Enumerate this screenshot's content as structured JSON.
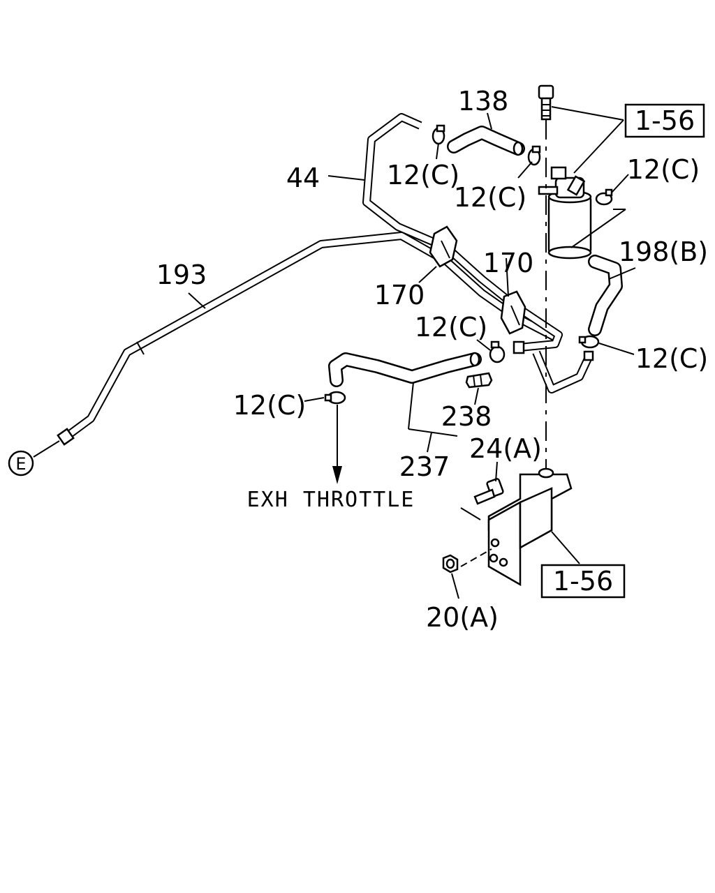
{
  "labels": {
    "p138": "138",
    "ref_top": "1-56",
    "p44": "44",
    "clip_a": "12(C)",
    "clip_b": "12(C)",
    "clip_c": "12(C)",
    "p170_a": "170",
    "p170_b": "170",
    "p198": "198(B)",
    "p193": "193",
    "clip_d": "12(C)",
    "clip_e": "12(C)",
    "clip_f": "12(C)",
    "p238": "238",
    "p24": "24(A)",
    "p237": "237",
    "circle_e": "E",
    "exh_throttle": "EXH THROTTLE",
    "ref_bottom": "1-56",
    "p20": "20(A)"
  }
}
